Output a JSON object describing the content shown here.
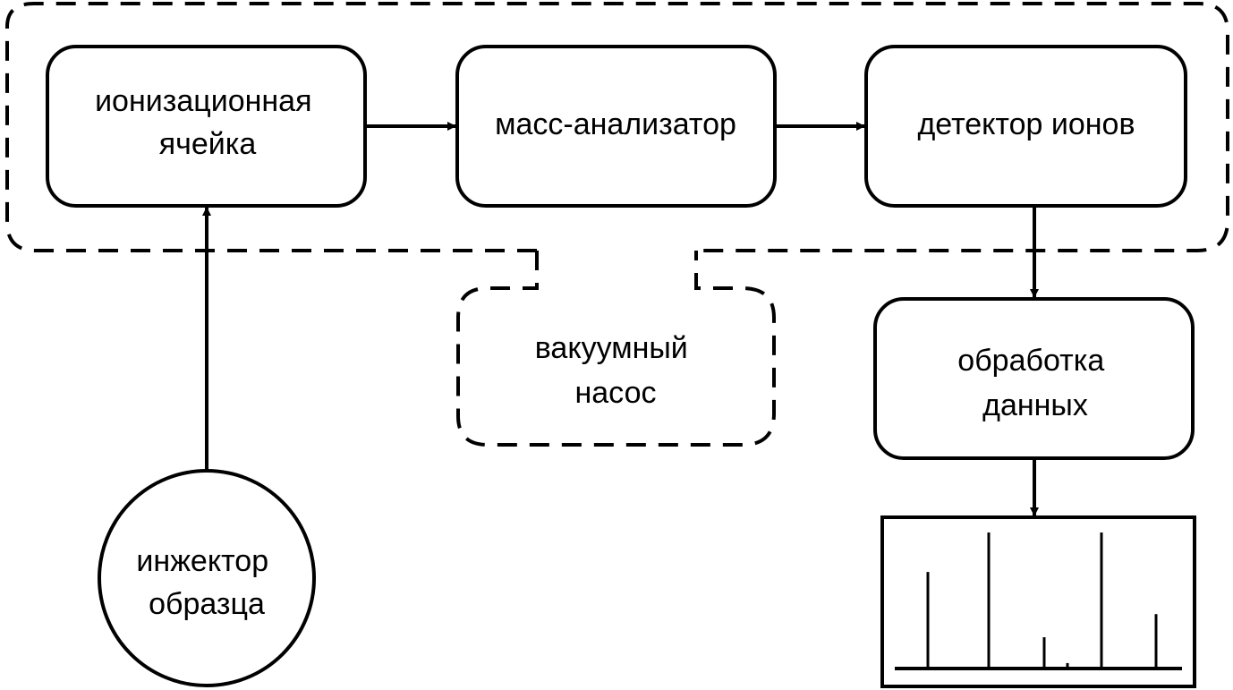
{
  "diagram": {
    "nodes": {
      "ionization_cell": {
        "lines": [
          "ионизационная",
          "ячейка"
        ]
      },
      "mass_analyzer": {
        "lines": [
          "масс-анализатор"
        ]
      },
      "ion_detector": {
        "lines": [
          "детектор ионов"
        ]
      },
      "vacuum_pump": {
        "lines": [
          "вакуумный",
          "насос"
        ]
      },
      "data_processing": {
        "lines": [
          "обработка",
          "данных"
        ]
      },
      "sample_injector": {
        "lines": [
          "инжектор",
          "образца"
        ]
      }
    },
    "spectrum": {
      "peak_heights": [
        0.71,
        1.0,
        0.23,
        0.04,
        1.0,
        0.4
      ]
    },
    "colors": {
      "stroke": "#000000",
      "background": "#ffffff"
    }
  }
}
